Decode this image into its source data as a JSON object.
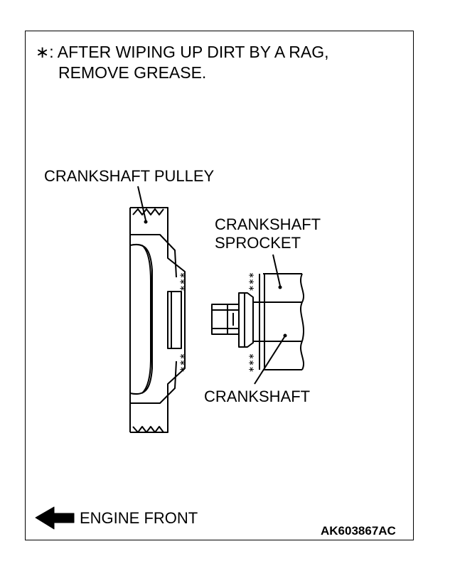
{
  "note": {
    "symbol": "∗",
    "line1": ": AFTER WIPING UP DIRT BY A RAG,",
    "line2": "REMOVE GREASE."
  },
  "labels": {
    "crankshaft_pulley": "CRANKSHAFT PULLEY",
    "crankshaft_sprocket_line1": "CRANKSHAFT",
    "crankshaft_sprocket_line2": "SPROCKET",
    "crankshaft": "CRANKSHAFT",
    "grease_mark": "∗∗∗"
  },
  "footer": {
    "direction_icon": "left-arrow-icon",
    "direction_label": "ENGINE FRONT",
    "figure_id": "AK603867AC"
  }
}
